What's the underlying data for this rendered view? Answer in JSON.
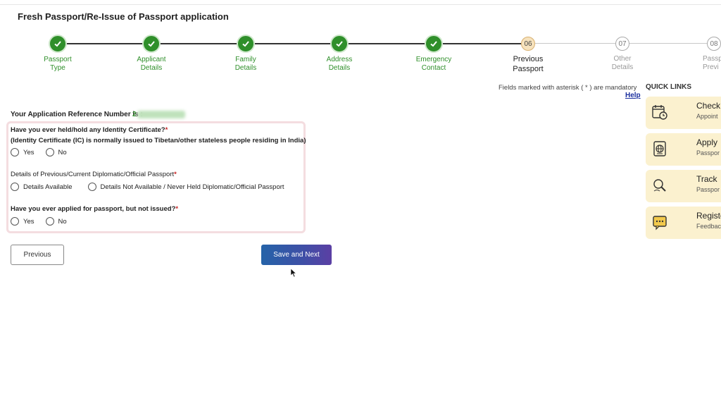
{
  "page": {
    "title": "Fresh Passport/Re-Issue of Passport application"
  },
  "stepper": {
    "steps": [
      {
        "label1": "Passport",
        "label2": "Type",
        "status": "done"
      },
      {
        "label1": "Applicant",
        "label2": "Details",
        "status": "done"
      },
      {
        "label1": "Family",
        "label2": "Details",
        "status": "done"
      },
      {
        "label1": "Address",
        "label2": "Details",
        "status": "done"
      },
      {
        "label1": "Emergency",
        "label2": "Contact",
        "status": "done"
      },
      {
        "number": "06",
        "label1": "Previous",
        "label2": "Passport",
        "status": "current"
      },
      {
        "number": "07",
        "label1": "Other",
        "label2": "Details",
        "status": "future"
      },
      {
        "number": "08",
        "label1": "Passp",
        "label2": "Previ",
        "status": "future"
      }
    ]
  },
  "notes": {
    "mandatory": "Fields marked with asterisk ( * ) are mandatory",
    "help": "Help"
  },
  "quick_links": {
    "title": "QUICK LINKS",
    "items": [
      {
        "main": "Check",
        "sub": "Appoint",
        "icon": "calendar-clock-icon"
      },
      {
        "main": "Apply",
        "sub": "Passpor",
        "icon": "passport-globe-icon"
      },
      {
        "main": "Track",
        "sub": "Passpor",
        "icon": "track-search-icon"
      },
      {
        "main": "Registe",
        "sub": "Feedbac",
        "icon": "feedback-icon"
      }
    ]
  },
  "form": {
    "ref_label": "Your Application Reference Number is :",
    "ref_value": "2",
    "q1": "Have you ever held/hold any Identity Certificate?",
    "q1_note": "(Identity Certificate (IC) is normally issued to Tibetan/other stateless people residing in India)",
    "q1_options": [
      "Yes",
      "No"
    ],
    "q2": "Details of Previous/Current Diplomatic/Official Passport",
    "q2_options": [
      "Details Available",
      "Details Not Available / Never Held Diplomatic/Official Passport"
    ],
    "q3": "Have you ever applied for passport, but not issued?",
    "q3_options": [
      "Yes",
      "No"
    ],
    "star": "*"
  },
  "buttons": {
    "previous": "Previous",
    "save_next": "Save and Next"
  },
  "colors": {
    "done_green": "#2f8f2a",
    "current_step": "#f6e2bd",
    "quick_link_bg": "#fbf1cf",
    "primary_button": "#2563a8"
  }
}
